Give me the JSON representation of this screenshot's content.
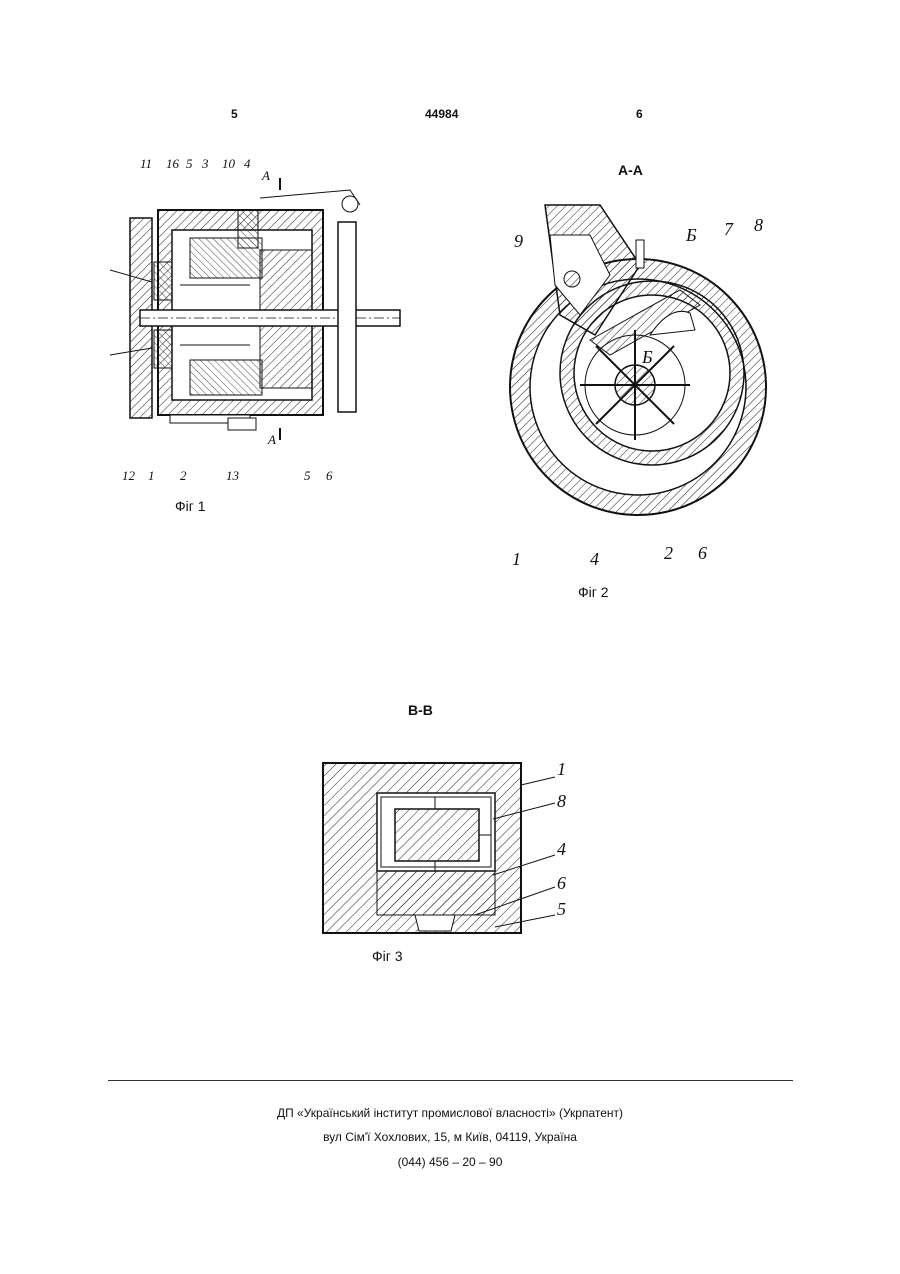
{
  "header": {
    "left_page": "5",
    "patent_number": "44984",
    "right_page": "6"
  },
  "figures": {
    "fig1": {
      "caption": "Фіг 1",
      "labels_top": [
        "11",
        "16",
        "5",
        "3",
        "10",
        "4",
        "А"
      ],
      "labels_bottom": [
        "12",
        "1",
        "2",
        "13",
        "А",
        "5",
        "6"
      ]
    },
    "fig2": {
      "section": "А-А",
      "caption": "Фіг 2",
      "labels": [
        "9",
        "Б",
        "7",
        "8",
        "Б",
        "1",
        "4",
        "2",
        "6"
      ]
    },
    "fig3": {
      "section": "В-В",
      "caption": "Фіг 3",
      "labels": [
        "1",
        "8",
        "4",
        "6",
        "5"
      ]
    }
  },
  "footer": {
    "line1": "ДП «Український інститут промислової власності» (Укрпатент)",
    "line2": "вул  Сім'ї Хохлових, 15, м  Київ, 04119, Україна",
    "line3": "(044) 456 – 20 –  90"
  }
}
